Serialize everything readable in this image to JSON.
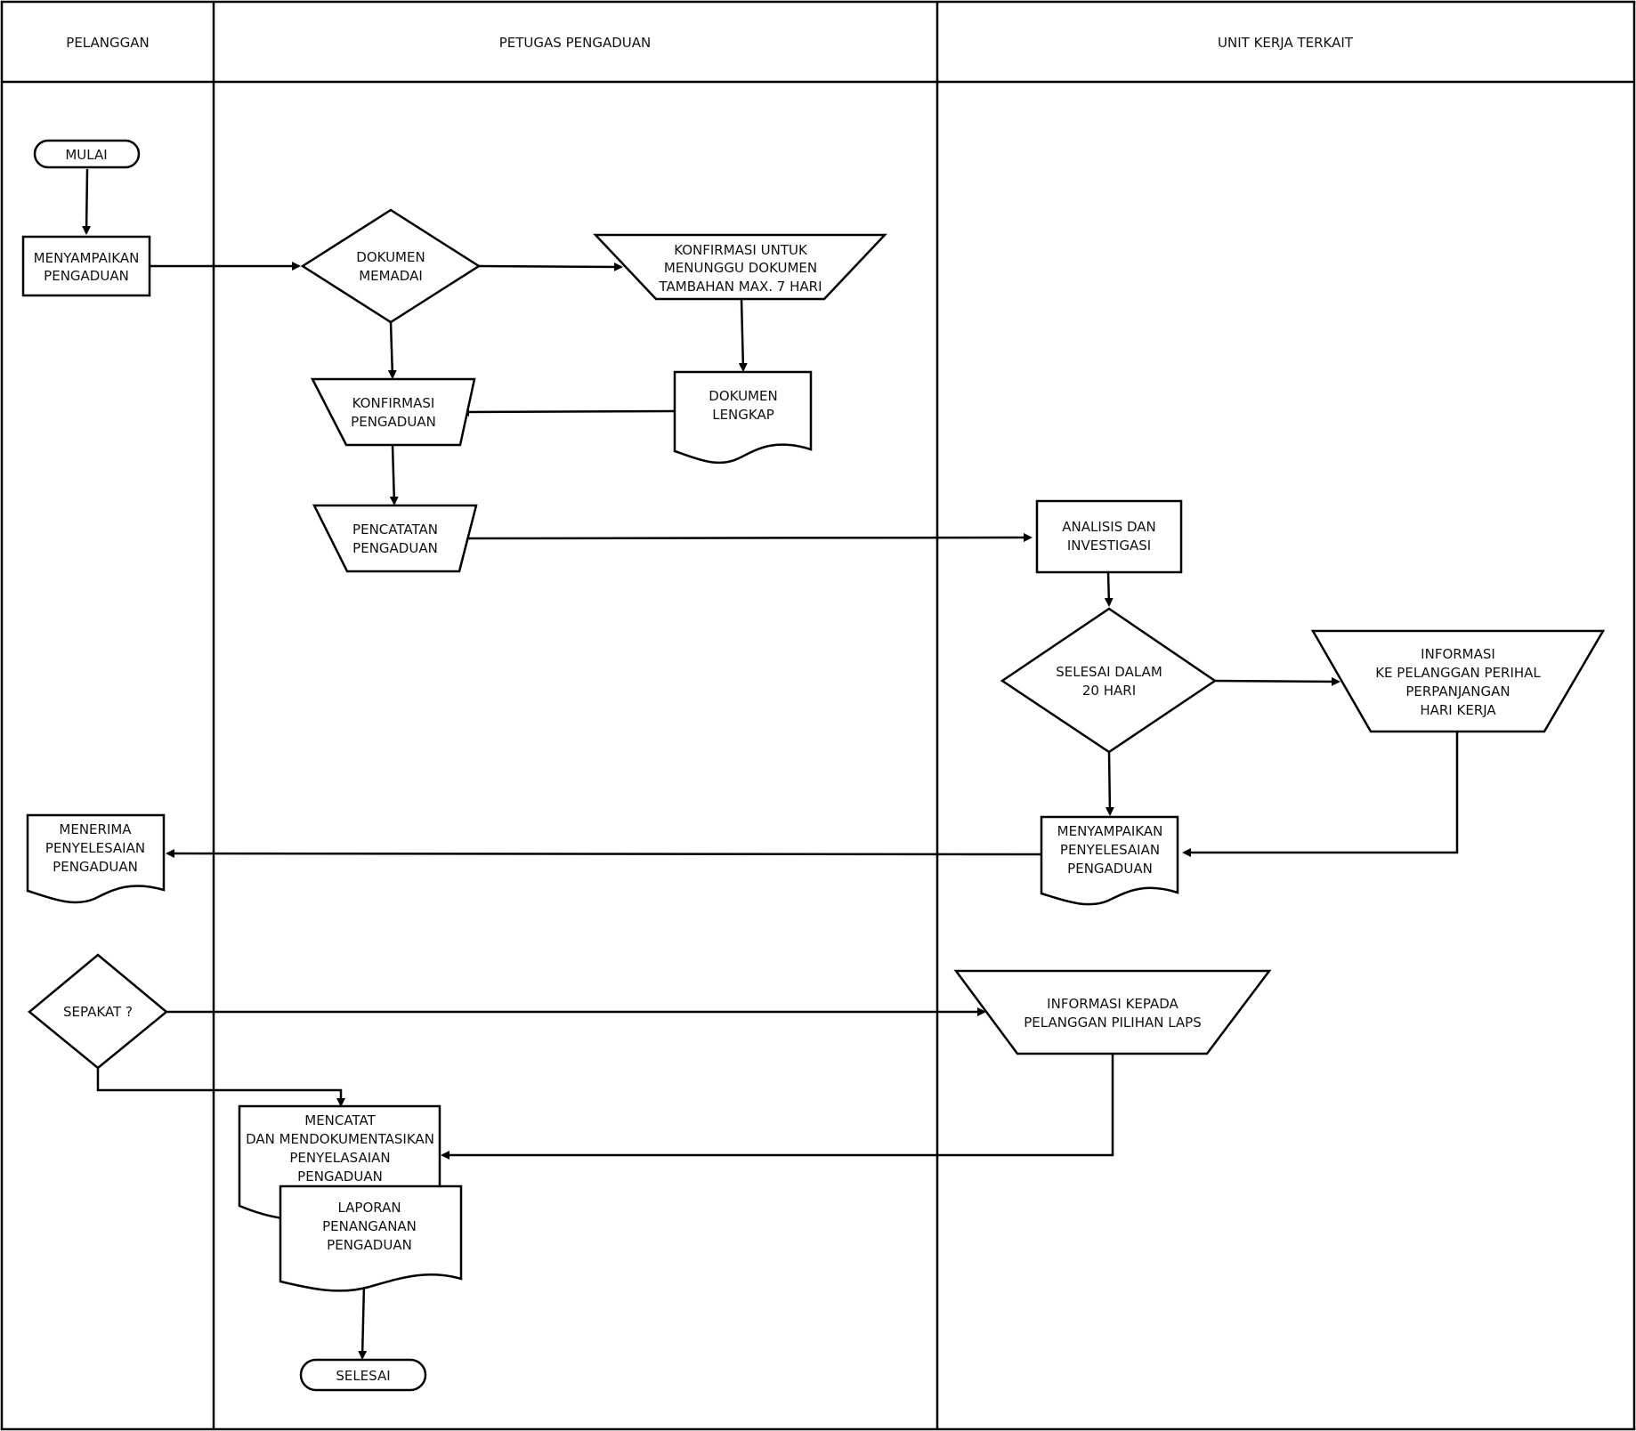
{
  "lanes": {
    "pelanggan": "PELANGGAN",
    "petugas": "PETUGAS PENGADUAN",
    "unit": "UNIT KERJA TERKAIT"
  },
  "nodes": {
    "mulai": [
      "MULAI"
    ],
    "menyampaikan_pengaduan": [
      "MENYAMPAIKAN",
      "PENGADUAN"
    ],
    "dokumen_memadai": [
      "DOKUMEN",
      "MEMADAI"
    ],
    "konfirmasi_menunggu": [
      "KONFIRMASI UNTUK",
      "MENUNGGU DOKUMEN",
      "TAMBAHAN MAX. 7 HARI"
    ],
    "konfirmasi_pengaduan": [
      "KONFIRMASI",
      "PENGADUAN"
    ],
    "dokumen_lengkap": [
      "DOKUMEN",
      "LENGKAP"
    ],
    "pencatatan_pengaduan": [
      "PENCATATAN",
      "PENGADUAN"
    ],
    "analisis_investigasi": [
      "ANALISIS DAN",
      "INVESTIGASI"
    ],
    "selesai_20_hari": [
      "SELESAI DALAM",
      "20 HARI"
    ],
    "informasi_perpanjangan": [
      "INFORMASI",
      "KE PELANGGAN PERIHAL",
      "PERPANJANGAN",
      "HARI KERJA"
    ],
    "menyampaikan_penyelesaian": [
      "MENYAMPAIKAN",
      "PENYELESAIAN",
      "PENGADUAN"
    ],
    "menerima_penyelesaian": [
      "MENERIMA",
      "PENYELESAIAN",
      "PENGADUAN"
    ],
    "sepakat": [
      "SEPAKAT ?"
    ],
    "informasi_laps": [
      "INFORMASI KEPADA",
      "PELANGGAN PILIHAN LAPS"
    ],
    "mencatat_dokumentasi": [
      "MENCATAT",
      "DAN MENDOKUMENTASIKAN",
      "PENYELASAIAN",
      "PENGADUAN"
    ],
    "laporan_penanganan": [
      "LAPORAN",
      "PENANGANAN",
      "PENGADUAN"
    ],
    "selesai": [
      "SELESAI"
    ]
  }
}
